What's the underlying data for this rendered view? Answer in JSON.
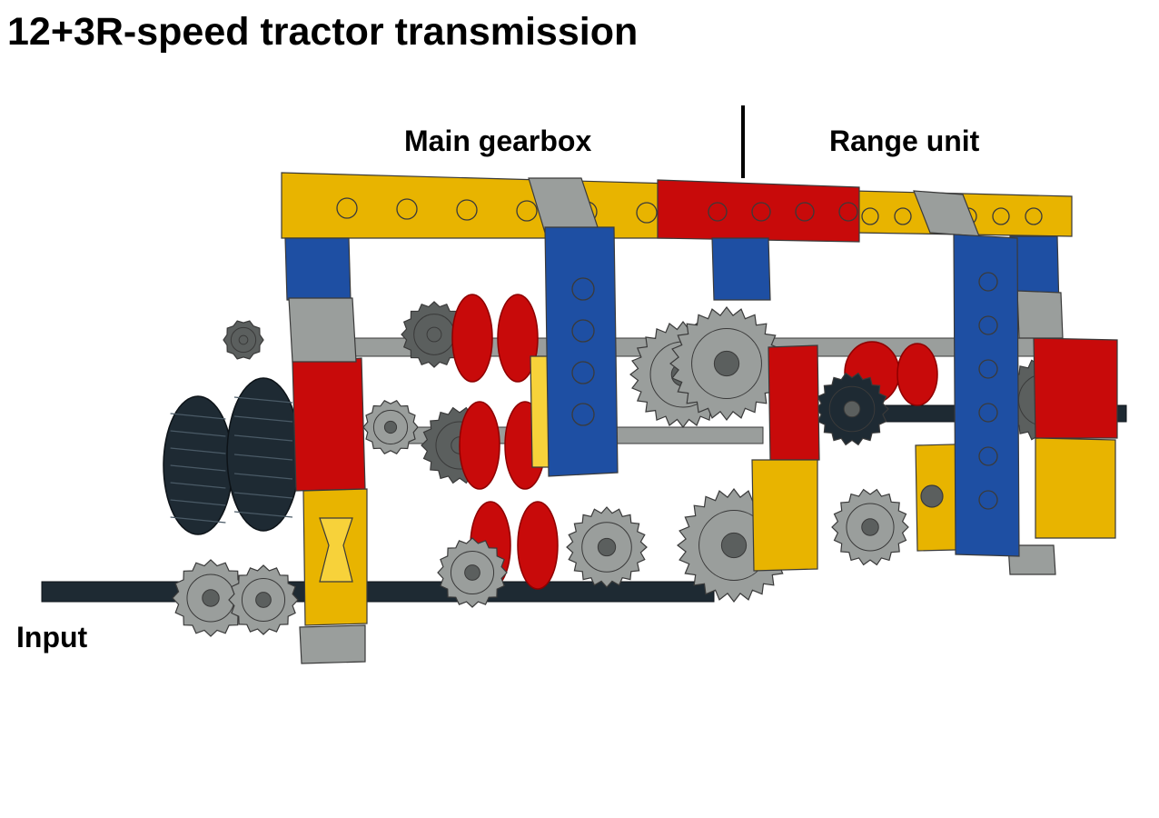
{
  "title": "12+3R-speed tractor transmission",
  "sections": {
    "main_gearbox": "Main gearbox",
    "range_unit": "Range unit"
  },
  "callouts": {
    "input": "Input"
  },
  "colors": {
    "yellow": "#E8B400",
    "yellow_light": "#F7D23A",
    "red": "#C80A0A",
    "red_dark": "#8E0000",
    "blue": "#1E4FA3",
    "blue_dark": "#123468",
    "light_gray": "#9A9E9C",
    "dark_gray": "#5B5F5E",
    "black": "#1E2A33",
    "outline": "#3A3A3A"
  }
}
